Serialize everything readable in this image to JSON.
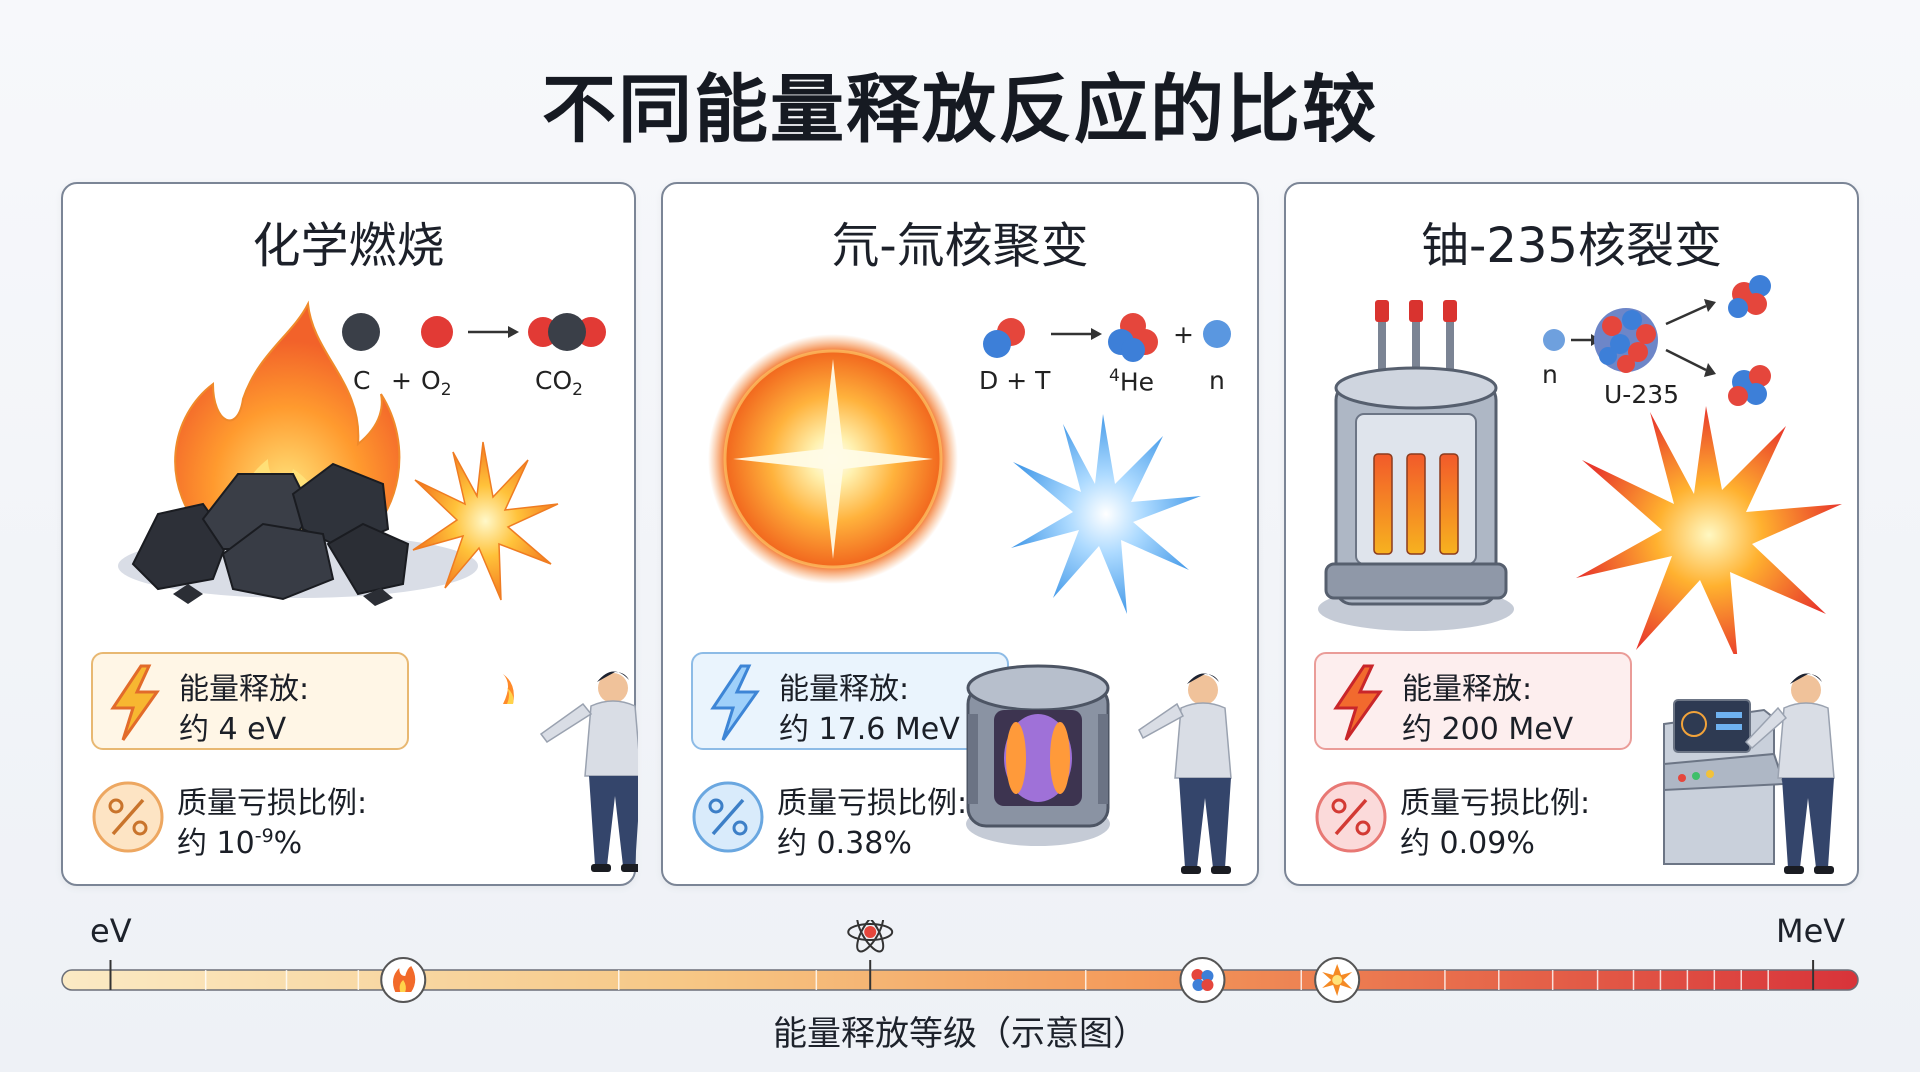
{
  "title": "不同能量释放反应的比较",
  "panels": [
    {
      "title": "化学燃烧",
      "formula": {
        "left1": "C",
        "plus": "+",
        "left2": "O",
        "left2_sub": "2",
        "product": "CO",
        "product_sub": "2"
      },
      "energy_label": "能量释放:",
      "energy_value": "约 4 eV",
      "mass_label": "质量亏损比例:",
      "mass_value": "约 10",
      "mass_exp": "-9",
      "mass_suffix": "%",
      "accent": "#f0a23a",
      "box_bg": "#fff6e6",
      "box_border": "#e8b872"
    },
    {
      "title": "氘-氚核聚变",
      "formula": {
        "left": "D + T",
        "product_sup": "4",
        "product": "He",
        "plus": "+",
        "neutron": "n"
      },
      "energy_label": "能量释放:",
      "energy_value": "约 17.6 MeV",
      "mass_label": "质量亏损比例:",
      "mass_value": "约 0.38%",
      "accent": "#4a9ae0",
      "box_bg": "#eaf4fd",
      "box_border": "#8dbbe6"
    },
    {
      "title": "铀-235核裂变",
      "formula": {
        "neutron": "n",
        "nucleus": "U-235"
      },
      "energy_label": "能量释放:",
      "energy_value": "约 200 MeV",
      "mass_label": "质量亏损比例:",
      "mass_value": "约 0.09%",
      "accent": "#e9443a",
      "box_bg": "#fdeeee",
      "box_border": "#ea9c98"
    }
  ],
  "scale": {
    "left_label": "eV",
    "right_label": "MeV",
    "caption": "能量释放等级（示意图）",
    "markers": [
      {
        "icon": "flame-icon",
        "position": 0.19
      },
      {
        "icon": "atom-icon",
        "position": 0.45
      },
      {
        "icon": "nucleus-icon",
        "position": 0.635
      },
      {
        "icon": "explosion-icon",
        "position": 0.71
      }
    ],
    "color_start": "#fbeac4",
    "color_end": "#d8333a"
  }
}
